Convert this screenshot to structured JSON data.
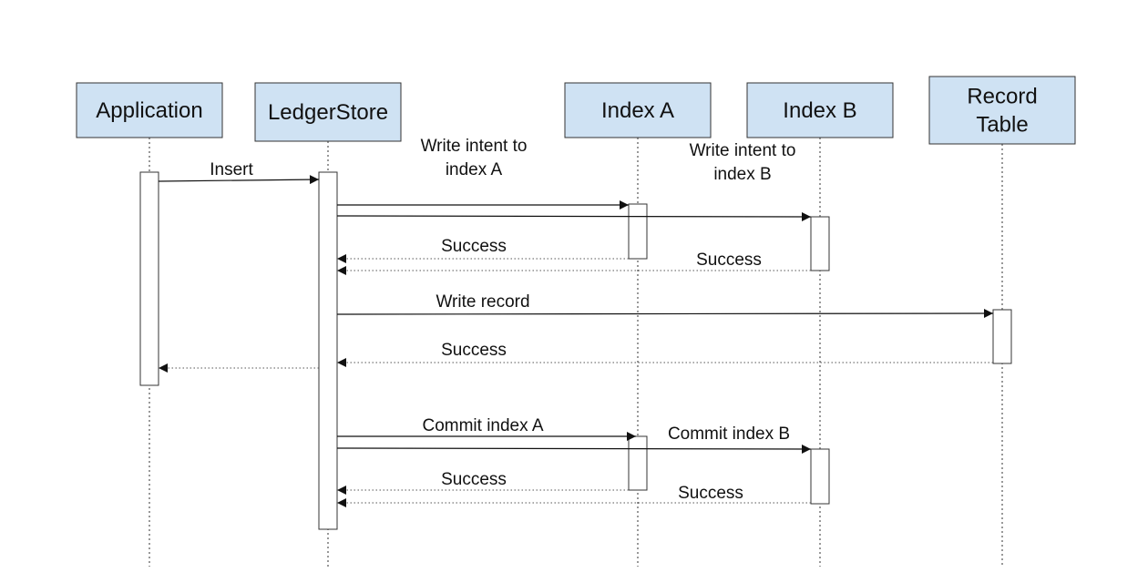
{
  "diagram": {
    "type": "sequence",
    "participants": [
      {
        "id": "app",
        "label_lines": [
          "Application"
        ]
      },
      {
        "id": "ledger",
        "label_lines": [
          "LedgerStore"
        ]
      },
      {
        "id": "idxa",
        "label_lines": [
          "Index A"
        ]
      },
      {
        "id": "idxb",
        "label_lines": [
          "Index B"
        ]
      },
      {
        "id": "rec",
        "label_lines": [
          "Record",
          "Table"
        ]
      }
    ],
    "messages": [
      {
        "from": "app",
        "to": "ledger",
        "kind": "call",
        "label_lines": [
          "Insert"
        ]
      },
      {
        "from": "ledger",
        "to": "idxa",
        "kind": "call",
        "label_lines": [
          "Write intent to",
          "index A"
        ]
      },
      {
        "from": "ledger",
        "to": "idxb",
        "kind": "call",
        "label_lines": [
          "Write intent to",
          "index B"
        ]
      },
      {
        "from": "idxa",
        "to": "ledger",
        "kind": "return",
        "label_lines": [
          "Success"
        ]
      },
      {
        "from": "idxb",
        "to": "ledger",
        "kind": "return",
        "label_lines": [
          "Success"
        ]
      },
      {
        "from": "ledger",
        "to": "rec",
        "kind": "call",
        "label_lines": [
          "Write record"
        ]
      },
      {
        "from": "rec",
        "to": "ledger",
        "kind": "return",
        "label_lines": [
          "Success"
        ]
      },
      {
        "from": "ledger",
        "to": "app",
        "kind": "return",
        "label_lines": []
      },
      {
        "from": "ledger",
        "to": "idxa",
        "kind": "call",
        "label_lines": [
          "Commit index A"
        ]
      },
      {
        "from": "ledger",
        "to": "idxb",
        "kind": "call",
        "label_lines": [
          "Commit index B"
        ]
      },
      {
        "from": "idxa",
        "to": "ledger",
        "kind": "return",
        "label_lines": [
          "Success"
        ]
      },
      {
        "from": "idxb",
        "to": "ledger",
        "kind": "return",
        "label_lines": [
          "Success"
        ]
      }
    ]
  },
  "colors": {
    "actor_fill": "#cfe2f3",
    "line": "#111111",
    "return_line": "#555555"
  }
}
